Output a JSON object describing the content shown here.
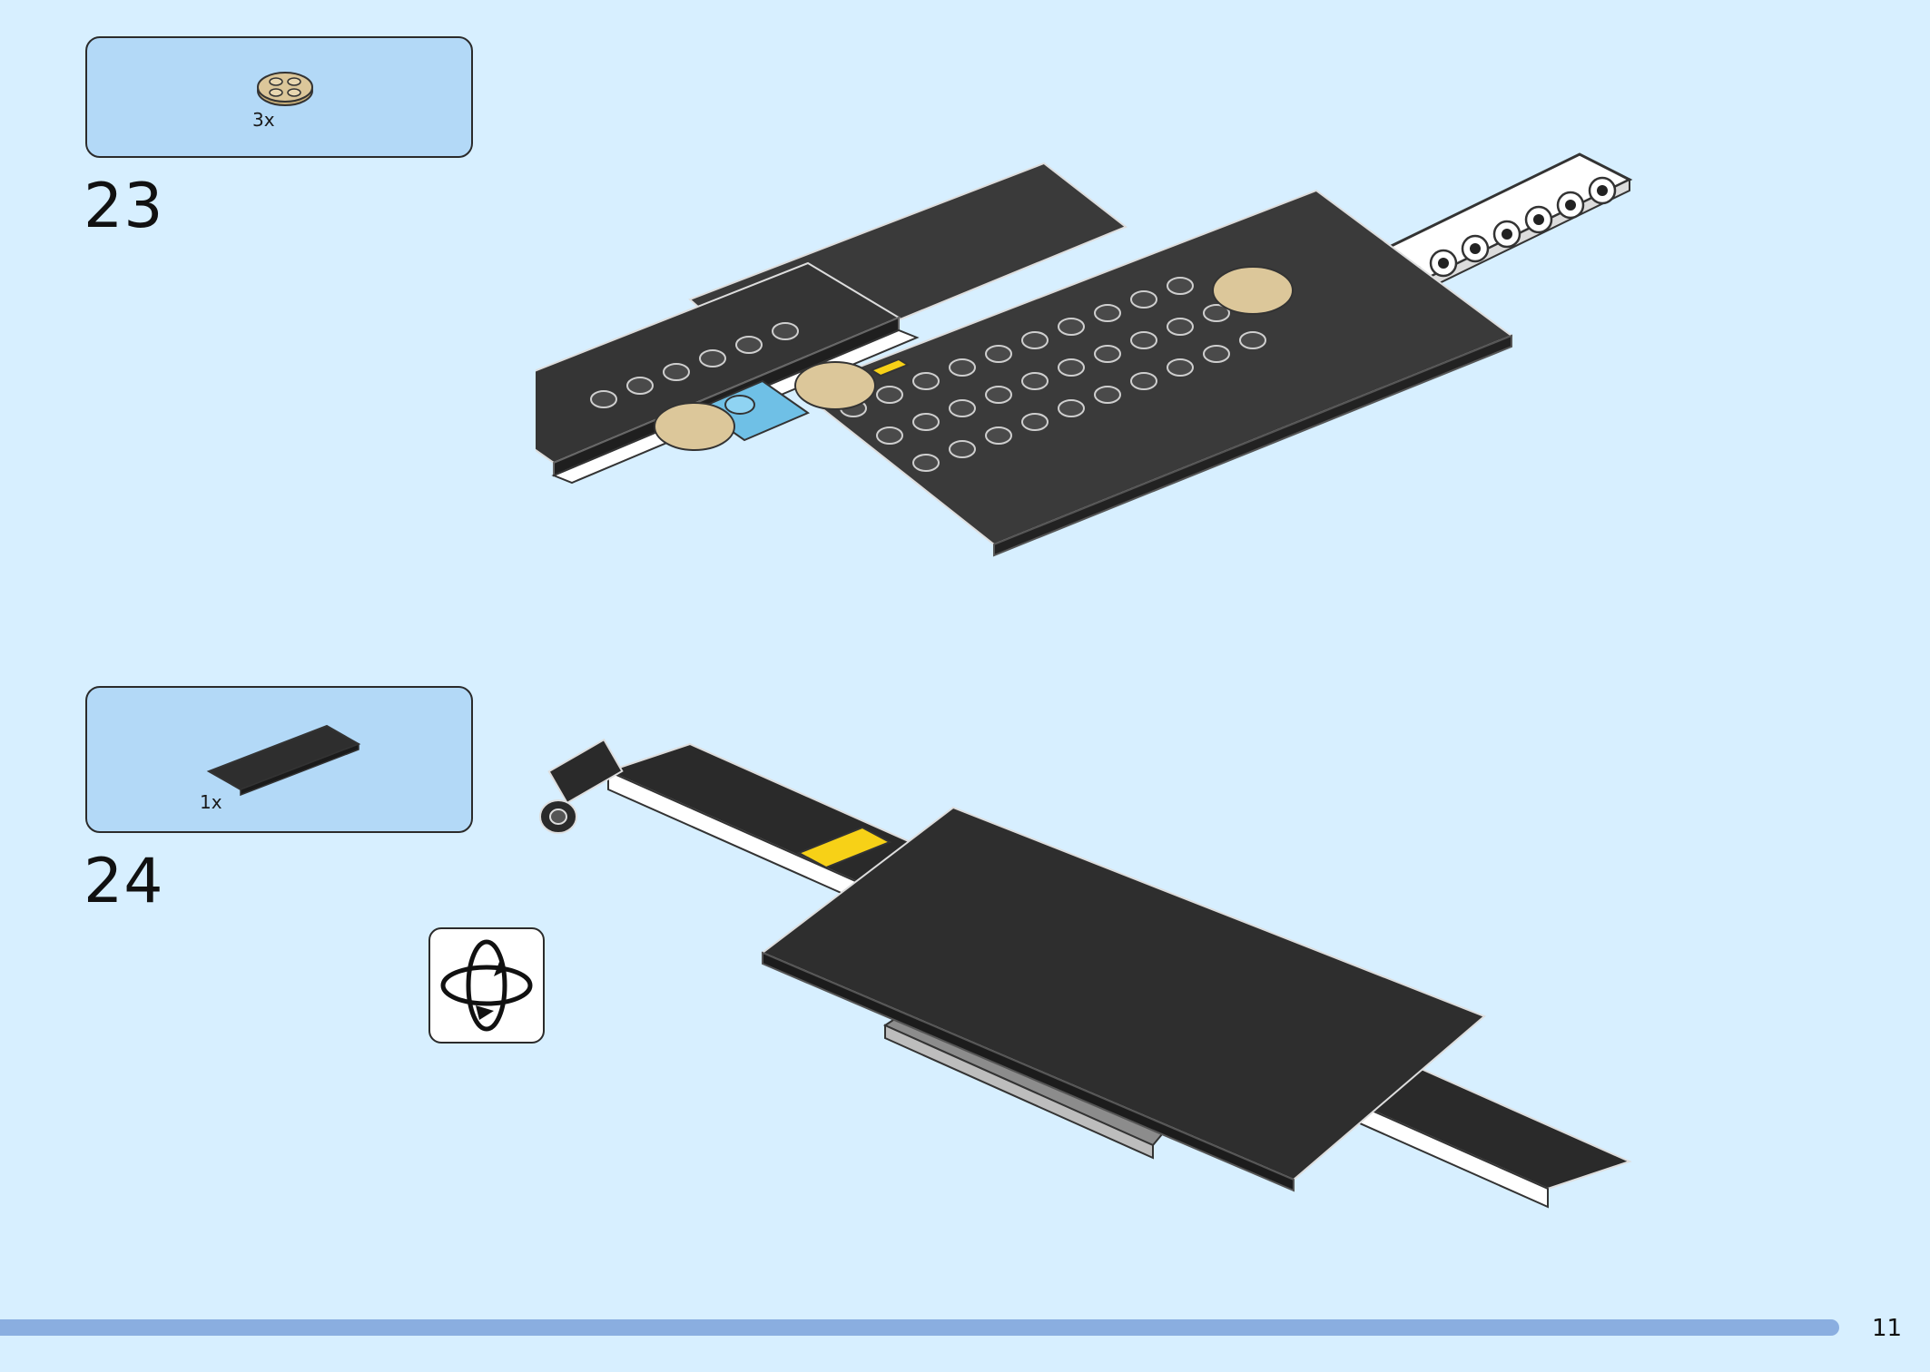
{
  "steps": [
    {
      "number": "23",
      "parts_count": "3x",
      "part_name": "tan-round-plate-icon"
    },
    {
      "number": "24",
      "parts_count": "1x",
      "part_name": "black-tile-icon"
    }
  ],
  "rotate_icon": "rotate-model-icon",
  "page": {
    "number": "11"
  },
  "colors": {
    "background": "#d7efff",
    "parts_box": "#b3d9f7",
    "progress_bar": "#8aaee0",
    "brick_dark": "#2e2e2e",
    "brick_tan": "#dcc79a",
    "brick_blue": "#6fc0e6",
    "brick_yellow": "#f7d117"
  }
}
